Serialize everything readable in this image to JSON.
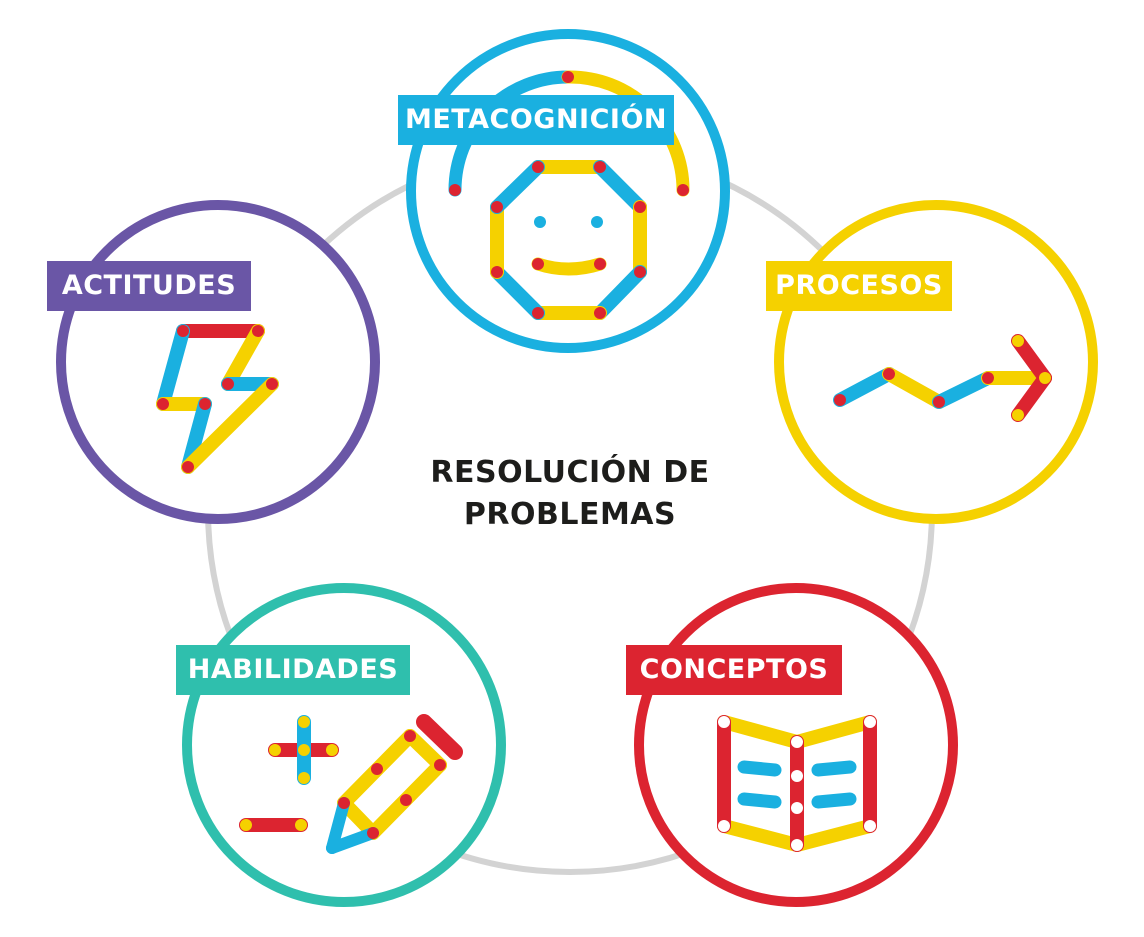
{
  "center": {
    "line1": "RESOLUCIÓN DE",
    "line2": "PROBLEMAS"
  },
  "nodes": [
    {
      "key": "metacognicion",
      "label": "METACOGNICIÓN",
      "color": "#1ab0e0",
      "icon": "smiling-face-icon"
    },
    {
      "key": "procesos",
      "label": "PROCESOS",
      "color": "#f5d100",
      "icon": "zigzag-arrow-icon"
    },
    {
      "key": "conceptos",
      "label": "CONCEPTOS",
      "color": "#dc2430",
      "icon": "open-book-icon"
    },
    {
      "key": "habilidades",
      "label": "HABILIDADES",
      "color": "#2fbfad",
      "icon": "pencil-plus-minus-icon"
    },
    {
      "key": "actitudes",
      "label": "ACTITUDES",
      "color": "#6a56a6",
      "icon": "lightning-bolt-icon"
    }
  ],
  "palette": {
    "blue": "#1ab0e0",
    "yellow": "#f5d100",
    "red": "#dc2430",
    "gray": "#d3d3d3"
  }
}
